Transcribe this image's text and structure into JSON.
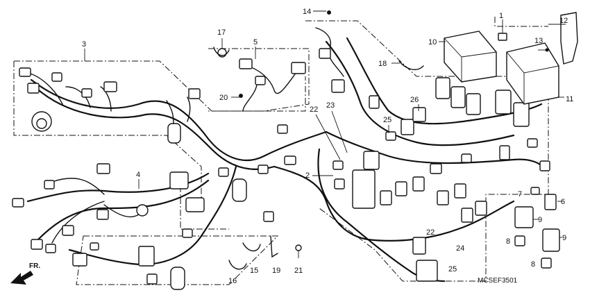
{
  "diagram": {
    "part_code": "MCSEF3501",
    "direction_label": "FR.",
    "callouts": [
      "1",
      "2",
      "3",
      "4",
      "5",
      "6",
      "7",
      "8",
      "8",
      "9",
      "9",
      "10",
      "11",
      "12",
      "13",
      "14",
      "15",
      "16",
      "17",
      "18",
      "19",
      "20",
      "21",
      "22",
      "22",
      "23",
      "24",
      "25",
      "25",
      "26"
    ]
  }
}
